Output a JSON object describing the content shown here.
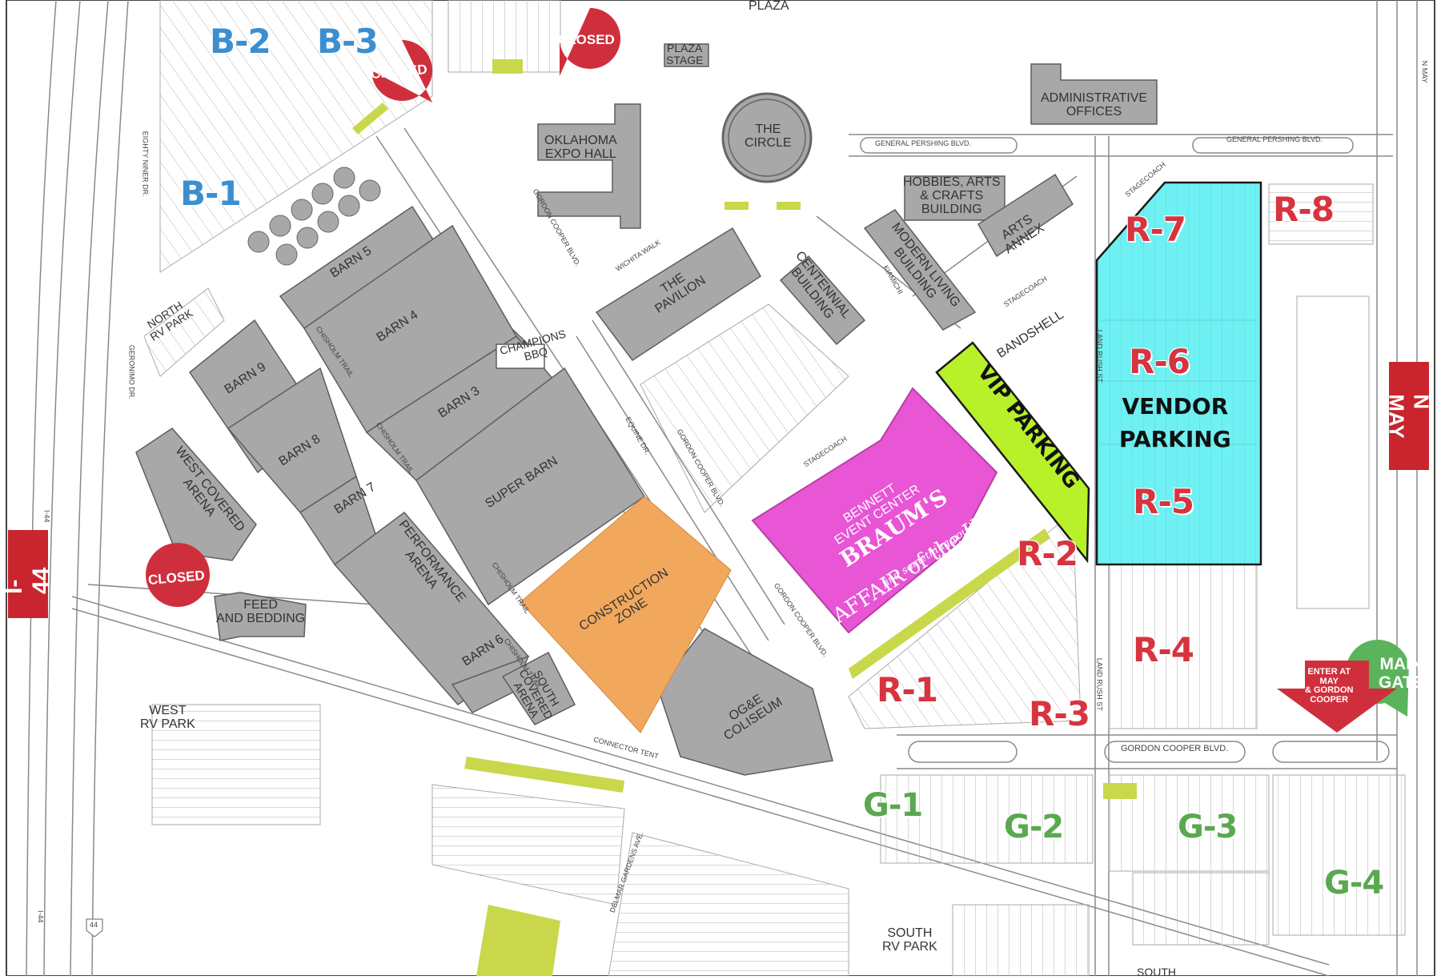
{
  "colors": {
    "building": "#a8a8a8",
    "vendor_parking": "#6ff0f2",
    "vip_parking": "#b8f02a",
    "construction": "#f1a85c",
    "event_center": "#e855d5",
    "closed_pin": "#cf2f3c",
    "main_gate": "#5bb35b",
    "highway_sign": "#c8252e",
    "lot_red": "#d7343f",
    "lot_blue": "#3b8fd1",
    "lot_green": "#5aa84f",
    "parking_stripe": "#c8d84a"
  },
  "top_labels": {
    "plaza": "PLAZA",
    "plaza_stage": "PLAZA\nSTAGE"
  },
  "buildings": {
    "expo_hall": "OKLAHOMA\nEXPO HALL",
    "circle": "THE\nCIRCLE",
    "admin": "ADMINISTRATIVE\nOFFICES",
    "hobbies": "HOBBIES, ARTS\n& CRAFTS\nBUILDING",
    "arts_annex": "ARTS\nANNEX",
    "modern_living": "MODERN LIVING\nBUILDING",
    "pavilion": "THE\nPAVILION",
    "centennial": "CENTENNIAL\nBUILDING",
    "bandshell": "BANDSHELL",
    "barn5": "BARN 5",
    "barn4": "BARN 4",
    "barn3": "BARN 3",
    "barn9": "BARN 9",
    "barn8": "BARN 8",
    "barn7": "BARN 7",
    "barn6": "BARN 6",
    "super_barn": "SUPER BARN",
    "performance_arena": "PERFORMANCE\nARENA",
    "champions_bbq": "CHAMPIONS\nBBQ",
    "north_rv": "NORTH\nRV PARK",
    "west_covered": "WEST COVERED\nARENA",
    "feed_bedding": "FEED\nAND BEDDING",
    "south_covered": "SOUTH\nCOVERED\nARENA",
    "construction": "CONSTRUCTION\nZONE",
    "coliseum": "OG&E\nCOLISEUM",
    "west_rv": "WEST\nRV PARK",
    "south_rv": "SOUTH\nRV PARK",
    "south": "SOUTH",
    "bennett": "BENNETT\nEVENT CENTER",
    "braums": "BRAUM'S",
    "affair": "AFFAIR of the HEART",
    "tagline": "find something you love."
  },
  "streets": {
    "general_pershing_1": "GENERAL PERSHING BLVD.",
    "general_pershing_2": "GENERAL PERSHING BLVD.",
    "gordon_cooper": "GORDON COOPER BLVD.",
    "gordon_cooper_v1": "GORDON COOPER BLVD.",
    "gordon_cooper_v2": "GORDON COOPER BLVD.",
    "gordon_cooper_v3": "GORDON COOPER BLVD.",
    "stagecoach_1": "STAGECOACH",
    "stagecoach_2": "STAGECOACH",
    "stagecoach_3": "STAGECOACH",
    "wichita_walk": "WICHITA WALK",
    "land_rush_1": "LAND RUSH ST",
    "land_rush_2": "LAND RUSH ST",
    "equine": "EQUINE DR.",
    "chisholm_1": "CHISHOLM TRAIL",
    "chisholm_2": "CHISHOLM TRAIL",
    "chisholm_3": "CHISHOLM TRAIL",
    "chisholm_4": "CHISHOLM TRAIL",
    "delmar": "DELMAR GARDENS AVE.",
    "connector": "CONNECTOR TENT",
    "eighty_niner": "EIGHTY NINER DR.",
    "geronimo": "GERONIMO DR.",
    "i44_a": "I-44",
    "i44_b": "I-44",
    "kiamichi": "KIAMICHI",
    "route44": "44",
    "n_may_small": "N MAY"
  },
  "lots": {
    "b1": "B-1",
    "b2": "B-2",
    "b3": "B-3",
    "r1": "R-1",
    "r2": "R-2",
    "r3": "R-3",
    "r4": "R-4",
    "r5": "R-5",
    "r6": "R-6",
    "r7": "R-7",
    "r8": "R-8",
    "g1": "G-1",
    "g2": "G-2",
    "g3": "G-3",
    "g4": "G-4"
  },
  "zones": {
    "vendor": "VENDOR\nPARKING",
    "vip": "VIP PARKING"
  },
  "pins": {
    "closed_1": "CLOSED",
    "closed_2": "CLOSED",
    "closed_3": "CLOSED",
    "main_gate": "MAIN\nGATE",
    "enter": "ENTER AT\nMAY\n& GORDON\nCOOPER"
  },
  "signs": {
    "i44": "I-44",
    "n_may": "N MAY"
  }
}
